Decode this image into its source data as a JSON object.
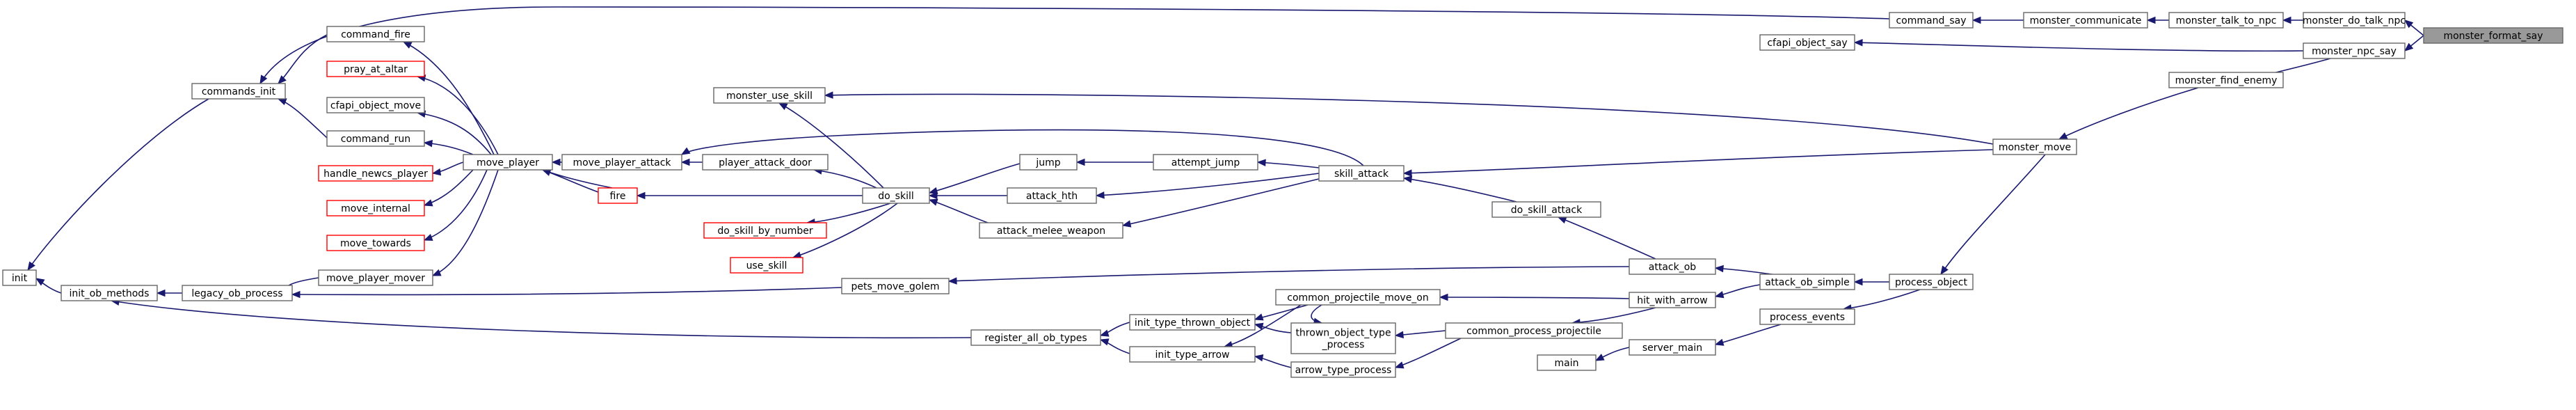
{
  "diagram": {
    "nodes": [
      {
        "id": "monster_format_say",
        "lines": [
          "monster_format_say"
        ],
        "style": "focus"
      },
      {
        "id": "monster_do_talk_npc",
        "lines": [
          "monster_do_talk_npc"
        ],
        "style": "normal"
      },
      {
        "id": "monster_talk_to_npc",
        "lines": [
          "monster_talk_to_npc"
        ],
        "style": "normal"
      },
      {
        "id": "monster_communicate",
        "lines": [
          "monster_communicate"
        ],
        "style": "normal"
      },
      {
        "id": "command_say",
        "lines": [
          "command_say"
        ],
        "style": "normal"
      },
      {
        "id": "cfapi_object_say",
        "lines": [
          "cfapi_object_say"
        ],
        "style": "normal"
      },
      {
        "id": "monster_npc_say",
        "lines": [
          "monster_npc_say"
        ],
        "style": "normal"
      },
      {
        "id": "monster_find_enemy",
        "lines": [
          "monster_find_enemy"
        ],
        "style": "normal"
      },
      {
        "id": "monster_move",
        "lines": [
          "monster_move"
        ],
        "style": "normal"
      },
      {
        "id": "process_object",
        "lines": [
          "process_object"
        ],
        "style": "normal"
      },
      {
        "id": "attack_ob_simple",
        "lines": [
          "attack_ob_simple"
        ],
        "style": "normal"
      },
      {
        "id": "process_events",
        "lines": [
          "process_events"
        ],
        "style": "normal"
      },
      {
        "id": "server_main",
        "lines": [
          "server_main"
        ],
        "style": "normal"
      },
      {
        "id": "main",
        "lines": [
          "main"
        ],
        "style": "normal"
      },
      {
        "id": "attack_ob",
        "lines": [
          "attack_ob"
        ],
        "style": "normal"
      },
      {
        "id": "hit_with_arrow",
        "lines": [
          "hit_with_arrow"
        ],
        "style": "normal"
      },
      {
        "id": "do_skill_attack",
        "lines": [
          "do_skill_attack"
        ],
        "style": "normal"
      },
      {
        "id": "common_process_projectile",
        "lines": [
          "common_process_projectile"
        ],
        "style": "normal"
      },
      {
        "id": "skill_attack",
        "lines": [
          "skill_attack"
        ],
        "style": "normal"
      },
      {
        "id": "attempt_jump",
        "lines": [
          "attempt_jump"
        ],
        "style": "normal"
      },
      {
        "id": "jump",
        "lines": [
          "jump"
        ],
        "style": "normal"
      },
      {
        "id": "attack_hth",
        "lines": [
          "attack_hth"
        ],
        "style": "normal"
      },
      {
        "id": "attack_melee_weapon",
        "lines": [
          "attack_melee_weapon"
        ],
        "style": "normal"
      },
      {
        "id": "do_skill",
        "lines": [
          "do_skill"
        ],
        "style": "normal"
      },
      {
        "id": "monster_use_skill",
        "lines": [
          "monster_use_skill"
        ],
        "style": "normal"
      },
      {
        "id": "do_skill_by_number",
        "lines": [
          "do_skill_by_number"
        ],
        "style": "red"
      },
      {
        "id": "use_skill",
        "lines": [
          "use_skill"
        ],
        "style": "red"
      },
      {
        "id": "player_attack_door",
        "lines": [
          "player_attack_door"
        ],
        "style": "normal"
      },
      {
        "id": "move_player_attack",
        "lines": [
          "move_player_attack"
        ],
        "style": "normal"
      },
      {
        "id": "fire",
        "lines": [
          "fire"
        ],
        "style": "red"
      },
      {
        "id": "move_player",
        "lines": [
          "move_player"
        ],
        "style": "normal"
      },
      {
        "id": "command_fire",
        "lines": [
          "command_fire"
        ],
        "style": "normal"
      },
      {
        "id": "pray_at_altar",
        "lines": [
          "pray_at_altar"
        ],
        "style": "red"
      },
      {
        "id": "cfapi_object_move",
        "lines": [
          "cfapi_object_move"
        ],
        "style": "normal"
      },
      {
        "id": "command_run",
        "lines": [
          "command_run"
        ],
        "style": "normal"
      },
      {
        "id": "handle_newcs_player",
        "lines": [
          "handle_newcs_player"
        ],
        "style": "red"
      },
      {
        "id": "move_internal",
        "lines": [
          "move_internal"
        ],
        "style": "red"
      },
      {
        "id": "move_towards",
        "lines": [
          "move_towards"
        ],
        "style": "red"
      },
      {
        "id": "move_player_mover",
        "lines": [
          "move_player_mover"
        ],
        "style": "normal"
      },
      {
        "id": "commands_init",
        "lines": [
          "commands_init"
        ],
        "style": "normal"
      },
      {
        "id": "init",
        "lines": [
          "init"
        ],
        "style": "normal"
      },
      {
        "id": "init_ob_methods",
        "lines": [
          "init_ob_methods"
        ],
        "style": "normal"
      },
      {
        "id": "legacy_ob_process",
        "lines": [
          "legacy_ob_process"
        ],
        "style": "normal"
      },
      {
        "id": "pets_move_golem",
        "lines": [
          "pets_move_golem"
        ],
        "style": "normal"
      },
      {
        "id": "common_projectile_move_on",
        "lines": [
          "common_projectile_move_on"
        ],
        "style": "normal"
      },
      {
        "id": "init_type_thrown_object",
        "lines": [
          "init_type_thrown_object"
        ],
        "style": "normal"
      },
      {
        "id": "thrown_object_type_process",
        "lines": [
          "thrown_object_type",
          "_process"
        ],
        "style": "normal"
      },
      {
        "id": "register_all_ob_types",
        "lines": [
          "register_all_ob_types"
        ],
        "style": "normal"
      },
      {
        "id": "init_type_arrow",
        "lines": [
          "init_type_arrow"
        ],
        "style": "normal"
      },
      {
        "id": "arrow_type_process",
        "lines": [
          "arrow_type_process"
        ],
        "style": "normal"
      }
    ]
  }
}
